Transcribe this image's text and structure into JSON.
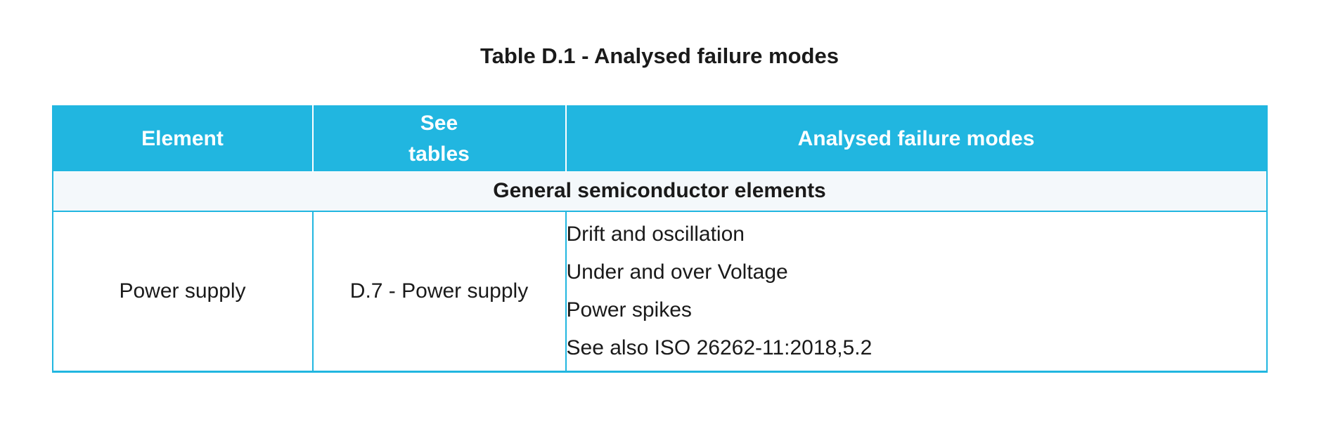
{
  "title": "Table D.1 - Analysed failure modes",
  "colors": {
    "accent": "#21B6E0",
    "header_text": "#FFFFFF",
    "section_bg": "#F4F8FB",
    "body_text": "#1A1A1A"
  },
  "table": {
    "headers": [
      "Element",
      "See\ntables",
      "Analysed failure modes"
    ],
    "section_header": "General semiconductor elements",
    "rows": [
      {
        "element": "Power supply",
        "see_tables": "D.7 - Power supply",
        "failure_modes": [
          "Drift and oscillation",
          "Under and over Voltage",
          "Power spikes",
          "See also ISO 26262-11:2018,5.2"
        ]
      }
    ]
  }
}
